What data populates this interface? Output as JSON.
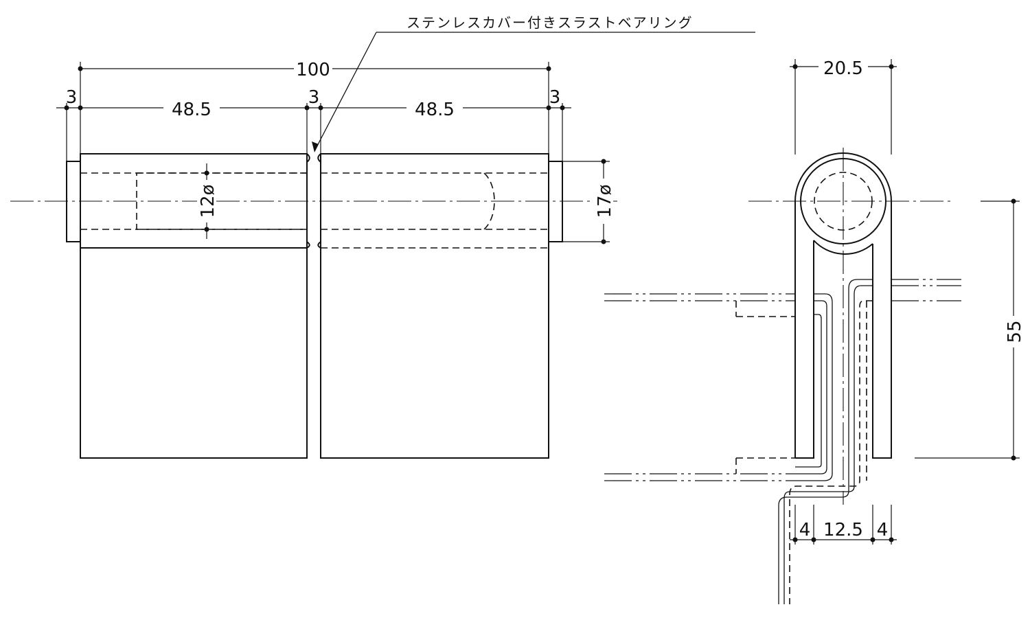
{
  "note": {
    "label": "ステンレスカバー付きスラストベアリング"
  },
  "front_view": {
    "dim_total": "100",
    "dim_left_pin": "3",
    "dim_left_leaf": "48.5",
    "dim_gap": "3",
    "dim_right_leaf": "48.5",
    "dim_right_pin": "3",
    "dim_inner_dia": "12ø",
    "dim_outer_dia": "17ø"
  },
  "side_view": {
    "dim_top_width": "20.5",
    "dim_height": "55",
    "dim_bottom_a": "4",
    "dim_bottom_b": "12.5",
    "dim_bottom_c": "4"
  }
}
